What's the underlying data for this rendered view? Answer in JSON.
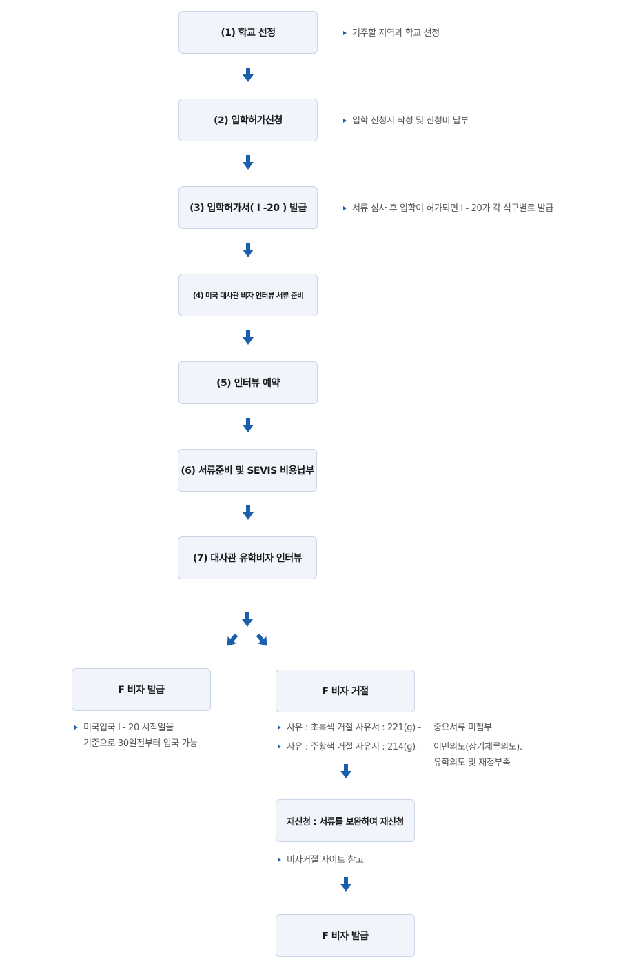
{
  "steps": [
    {
      "label": "(1)  학교 선정",
      "note": "거주할 지역과 학교 선정"
    },
    {
      "label": "(2) 입학허가신청",
      "note": "입학 신청서 작성 및 신청비 납부"
    },
    {
      "label": "(3) 입학허가서( I -20 ) 발급",
      "note": "서류 심사 후 입학이 허가되면  I - 20가 각 식구별로 발급"
    },
    {
      "label": "(4) 미국 대사관 비자 인터뷰 서류 준비"
    },
    {
      "label": "(5) 인터뷰 예약"
    },
    {
      "label": "(6) 서류준비 및 SEVIS 비용납부"
    },
    {
      "label": "(7) 대사관 유학비자 인터뷰"
    }
  ],
  "approved": {
    "label": "F 비자 발급",
    "note_line1": "미국입국 I - 20 시작일을",
    "note_line2": "기준으로 30일전부터 입국 가능"
  },
  "rejected": {
    "label": "F 비자 거절",
    "reasons": [
      {
        "left": "사유 : 초록색 거절 사유서 : 221(g) -",
        "right": "중요서류 미첨부"
      },
      {
        "left": "사유 : 주황색 거절 사유서 : 214(g) -",
        "right": "이민의도(장기체류의도).",
        "right2": "유학의도 및 재정부족"
      }
    ]
  },
  "reapply": {
    "label": "재신청 : 서류를 보완하여 재신청",
    "note": "비자거절 사이트 참고"
  },
  "final": {
    "label": "F 비자 발급"
  },
  "colors": {
    "arrow": "#1a5fae",
    "box_bg": "#f1f5fb",
    "box_border": "#c7d5e6"
  }
}
